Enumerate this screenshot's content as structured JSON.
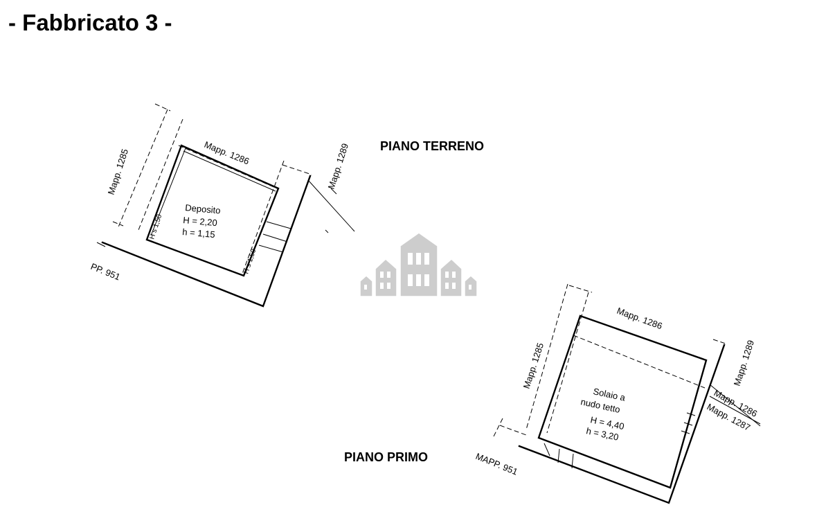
{
  "title": "- Fabbricato 3 -",
  "ground_floor": {
    "label": "PIANO TERRENO",
    "room_name": "Deposito",
    "room_height_H": "H = 2,20",
    "room_height_h": "h = 1,15",
    "hs_left": "H s 1,50",
    "hs_right": "H s 1,50",
    "mapp_top": "Mapp. 1286",
    "mapp_left": "Mapp. 1285",
    "mapp_right": "Mapp. 1289",
    "mapp_bottom": "PP. 951"
  },
  "first_floor": {
    "label": "PIANO PRIMO",
    "room_line1": "Solaio a",
    "room_line2": "nudo tetto",
    "room_height_H": "H = 4,40",
    "room_height_h": "h = 3,20",
    "mapp_top": "Mapp. 1286",
    "mapp_left": "Mapp. 1285",
    "mapp_right": "Mapp. 1289",
    "mapp_side_1": "Mapp. 1286",
    "mapp_side_2": "Mapp. 1287",
    "mapp_bottom": "MAPP. 951"
  },
  "watermark": {
    "icon": "buildings-watermark-icon",
    "color": "#c8c8c8"
  }
}
